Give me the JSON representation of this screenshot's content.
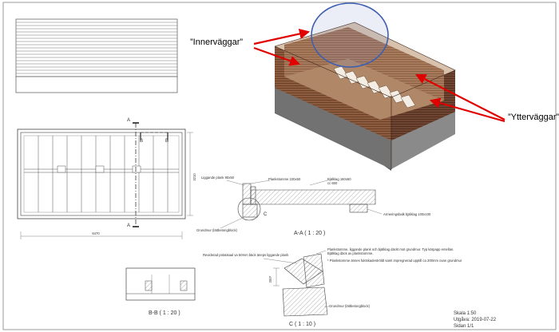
{
  "drawing": {
    "callouts": {
      "inner_walls": "”Innerväggar”",
      "outer_walls": "”Ytterväggar”"
    },
    "plan": {
      "section_mark_a": "A",
      "section_mark_b": "B",
      "dim_width": "6470",
      "dim_height": "3210"
    },
    "section_aa": {
      "title": "A-A ( 1 : 20 )",
      "label_plank_top": "Liggande plank 90x50",
      "label_frame": "Plankstomme 220x50",
      "label_joist": "Bjälklag 160x60",
      "label_joist_cc": "cc 600",
      "label_reinf": "Armeringsbalk bjälklag 100x100",
      "label_foundation": "Grundmur (lättbetongblock)",
      "label_c": "C"
    },
    "section_bb": {
      "title": "B-B ( 1 : 20 )"
    },
    "detail_c": {
      "title": "C ( 1 : 10 )",
      "note_left": "Reviderad potatisaal va 50mm bäck äneps liggande plank",
      "note_right_1": "Plankstomme, liggande plank och bjälklag däckt mot grundmur. Typ kärpapp emellan.",
      "note_right_2": "Bjälklag däck av plankstomme.",
      "note_right_3": "* Plankstomme ännes fuktskadeströldt samt impregnerad upptill ca 200mm ovan grundmur",
      "dim": "200*",
      "label_foundation": "Grundmur (lättbetongblock)"
    },
    "title_block": {
      "scale": "Skala 1:50",
      "issued": "Utgåva: 2019-07-22",
      "page": "Sidan 1/1"
    }
  },
  "colors": {
    "callout_arrow": "#e00000",
    "highlight_ellipse": "#3f5fb0",
    "wood": "#8a5a3c",
    "foundation": "#6e6e6e"
  }
}
